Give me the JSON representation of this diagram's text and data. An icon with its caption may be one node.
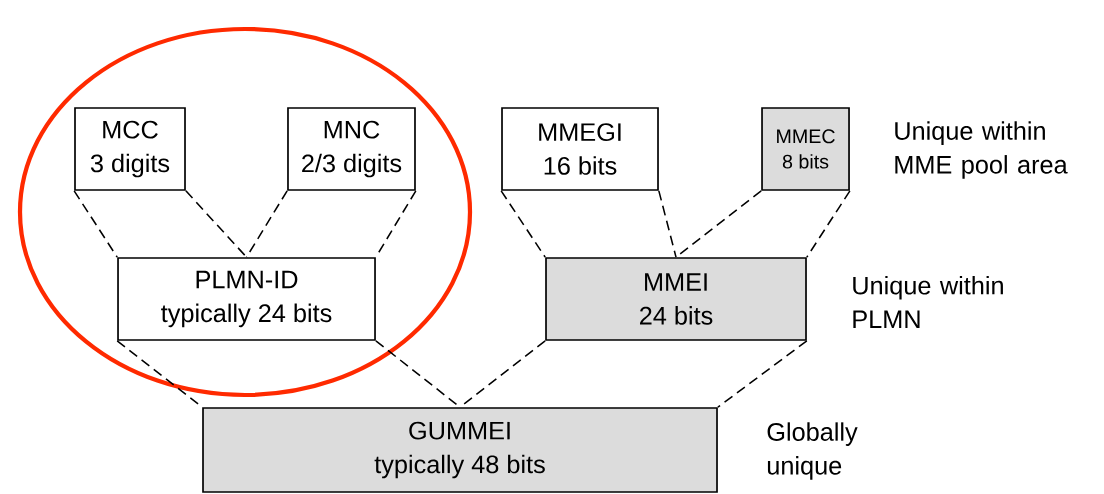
{
  "diagram": {
    "nodes": [
      {
        "text": [
          "MCC",
          "3 digits"
        ]
      },
      {
        "text": [
          "MNC",
          "2/3 digits"
        ]
      },
      {
        "text": [
          "MMEGI",
          "16 bits"
        ]
      },
      {
        "text": [
          "MMEC",
          "8 bits"
        ]
      },
      {
        "text": [
          "PLMN-ID",
          "typically 24 bits"
        ]
      },
      {
        "text": [
          "MMEI",
          "24 bits"
        ]
      },
      {
        "text": [
          "GUMMEI",
          "typically 48 bits"
        ]
      }
    ],
    "edges": [
      {
        "from": 0,
        "to": 4,
        "arrow": "none",
        "style": "dashed"
      },
      {
        "from": 0,
        "to": 4,
        "arrow": "none",
        "style": "dashed"
      },
      {
        "from": 1,
        "to": 4,
        "arrow": "none",
        "style": "dashed"
      },
      {
        "from": 1,
        "to": 4,
        "arrow": "none",
        "style": "dashed"
      },
      {
        "from": 2,
        "to": 5,
        "arrow": "none",
        "style": "dashed"
      },
      {
        "from": 2,
        "to": 5,
        "arrow": "none",
        "style": "dashed"
      },
      {
        "from": 3,
        "to": 5,
        "arrow": "none",
        "style": "dashed"
      },
      {
        "from": 3,
        "to": 5,
        "arrow": "none",
        "style": "dashed"
      },
      {
        "from": 4,
        "to": 6,
        "arrow": "none",
        "style": "dashed"
      },
      {
        "from": 4,
        "to": 6,
        "arrow": "none",
        "style": "dashed"
      },
      {
        "from": 5,
        "to": 6,
        "arrow": "none",
        "style": "dashed"
      },
      {
        "from": 5,
        "to": 6,
        "arrow": "none",
        "style": "dashed"
      }
    ],
    "labels": [
      "Unique within MME pool area",
      "Unique within PLMN",
      "Globally unique"
    ]
  }
}
